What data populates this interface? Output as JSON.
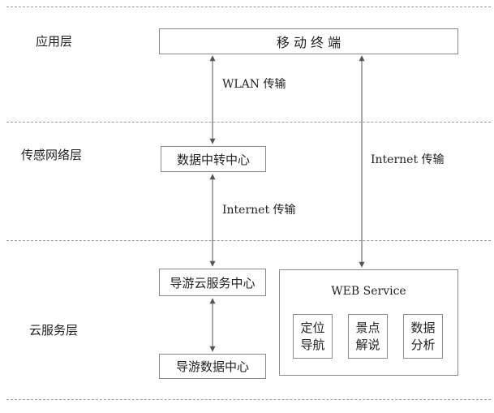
{
  "layers": {
    "application": "应用层",
    "sensing_network": "传感网络层",
    "cloud_service": "云服务层"
  },
  "nodes": {
    "mobile_terminal": "移 动 终 端",
    "data_relay_center": "数据中转中心",
    "tour_cloud_service_center": "导游云服务中心",
    "tour_data_center": "导游数据中心"
  },
  "edges": {
    "wlan": "WLAN 传输",
    "internet_relay": "Internet 传输",
    "internet_direct": "Internet 传输"
  },
  "web_service": {
    "title": "WEB Service",
    "modules": [
      {
        "line1": "定位",
        "line2": "导航"
      },
      {
        "line1": "景点",
        "line2": "解说"
      },
      {
        "line1": "数据",
        "line2": "分析"
      }
    ]
  },
  "colors": {
    "line": "#555555",
    "border": "#8a8a8a",
    "divider": "#9a9a9a"
  }
}
